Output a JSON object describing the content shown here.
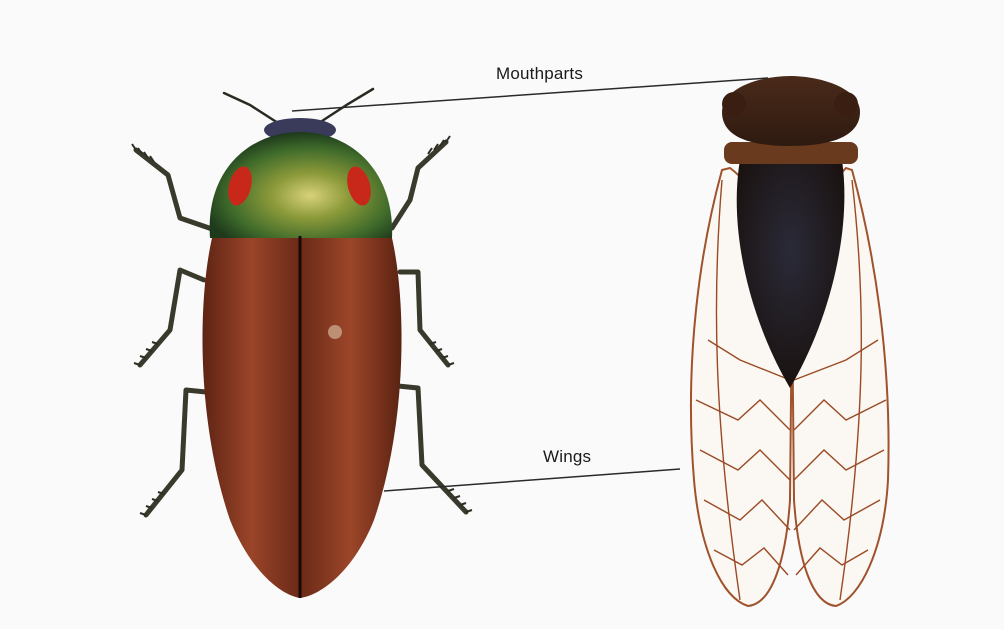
{
  "labels": {
    "mouthparts": "Mouthparts",
    "wings": "Wings"
  },
  "figures": [
    {
      "name": "jewel-beetle",
      "colors": {
        "elytra": "#8a3a22",
        "thorax": "#5c7a2a",
        "spots": "#d02a1a"
      }
    },
    {
      "name": "cicada",
      "colors": {
        "body": "#3a2418",
        "wing-veins": "#a0522d"
      }
    }
  ],
  "colors": {
    "background": "#fafafa",
    "leader_line": "#2a2a2a",
    "label_text": "#1a1a1a"
  }
}
